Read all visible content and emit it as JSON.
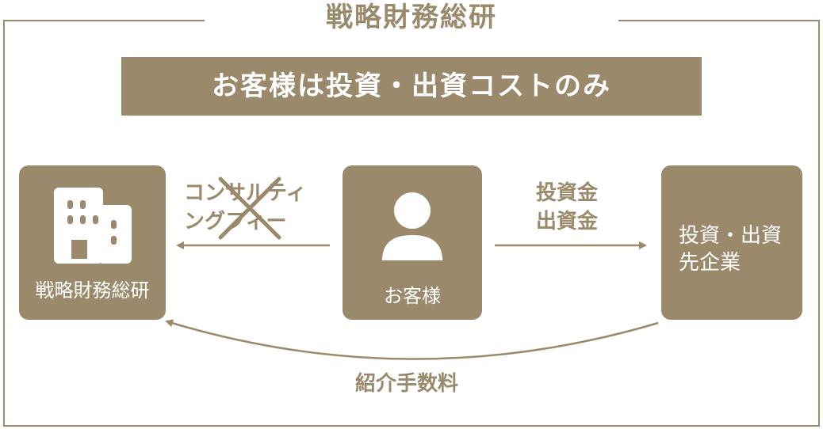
{
  "frame": {
    "title": "戦略財務総研"
  },
  "banner": {
    "text": "お客様は投資・出資コストのみ"
  },
  "boxes": {
    "left": {
      "label": "戦略財務総研",
      "icon": "building-icon"
    },
    "center": {
      "label": "お客様",
      "icon": "person-icon"
    },
    "right": {
      "label_line1": "投資・出資",
      "label_line2": "先企業"
    }
  },
  "arrows": {
    "consulting": {
      "line1": "コンサルティ",
      "line2": "ングフィー",
      "crossed_out": true
    },
    "investment": {
      "line1": "投資金",
      "line2": "出資金"
    },
    "referral": {
      "label": "紹介手数料"
    }
  },
  "colors": {
    "accent": "#9a8a6b",
    "background": "#ffffff",
    "box_text": "#ffffff"
  }
}
